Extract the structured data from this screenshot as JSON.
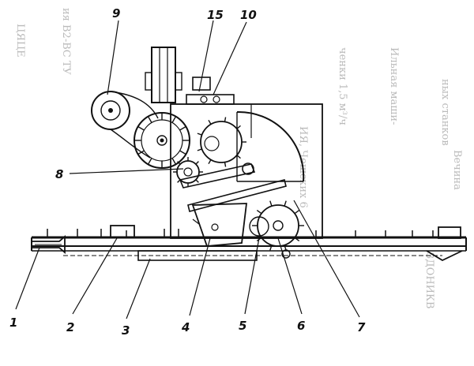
{
  "callouts": {
    "c1": "1",
    "c2": "2",
    "c3": "3",
    "c4": "4",
    "c5": "5",
    "c6": "6",
    "c7": "7",
    "c8": "8",
    "c9": "9",
    "c10": "10",
    "c15": "15"
  },
  "bleed_through": {
    "b1": "ченки 1,5 м³/ч",
    "b2": "Ильная маши-",
    "b3": "ных станков",
    "b4": "ИЯ, Чешских 6",
    "b5": "Вечина",
    "b6": "ЦЯЦЕ",
    "b7": "ия В2-ВС ТУ",
    "b8": "ЗДОНИКВ"
  },
  "colors": {
    "ink": "#111111",
    "paper": "#ffffff",
    "bleed": "#6a6a6a"
  }
}
